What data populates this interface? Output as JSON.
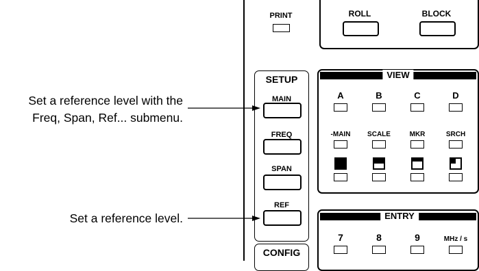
{
  "callouts": {
    "main_line1": "Set a reference level with the",
    "main_line2": "Freq, Span, Ref... submenu.",
    "ref": "Set a reference level."
  },
  "panel": {
    "print_label": "PRINT",
    "roll_label": "ROLL",
    "block_label": "BLOCK",
    "setup": {
      "title": "SETUP",
      "buttons": [
        "MAIN",
        "FREQ",
        "SPAN",
        "REF"
      ]
    },
    "view": {
      "title": "VIEW",
      "row1": [
        "A",
        "B",
        "C",
        "D"
      ],
      "row2": [
        "-MAIN",
        "SCALE",
        "MKR",
        "SRCH"
      ],
      "row3_icons": [
        "full-square-icon",
        "top-half-square-icon",
        "top-band-square-icon",
        "quarter-square-icon"
      ]
    },
    "entry": {
      "title": "ENTRY",
      "keys": [
        "7",
        "8",
        "9",
        "MHz / s"
      ]
    },
    "config_label": "CONFIG"
  }
}
